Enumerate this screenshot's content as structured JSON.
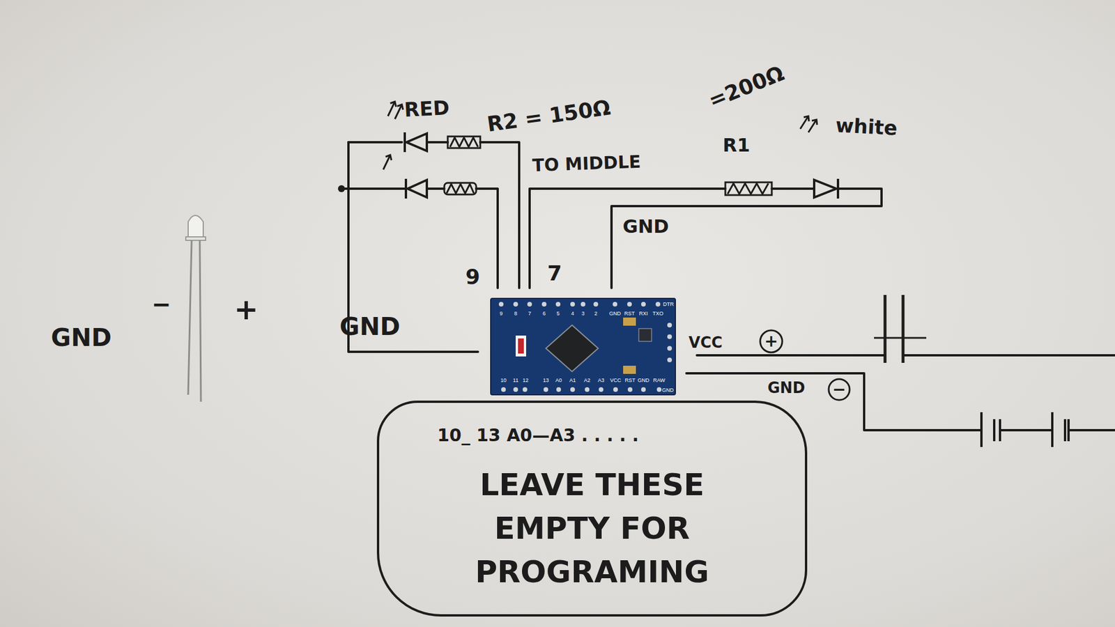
{
  "diagram": {
    "nodes": [
      {
        "text": [
          "10_ 13 A0—A3 . . . . .",
          "LEAVE THESE EMPTY FOR PROGRAMING"
        ]
      }
    ],
    "labels": [
      "RED",
      "R2 = 150Ω",
      "=200Ω",
      "R1",
      "white",
      "TO MIDDLE",
      "GND",
      "9",
      "7",
      "GND",
      "VCC",
      "+",
      "GND",
      "−",
      "GND",
      "−",
      "+",
      "9",
      "8",
      "7",
      "6",
      "5",
      "4",
      "3",
      "2",
      "GND",
      "RST",
      "RXI",
      "TXO",
      "10",
      "11",
      "12",
      "13",
      "A0",
      "A1",
      "A2",
      "A3",
      "VCC",
      "RST",
      "GND",
      "RAW",
      "DTR",
      "GND"
    ]
  }
}
